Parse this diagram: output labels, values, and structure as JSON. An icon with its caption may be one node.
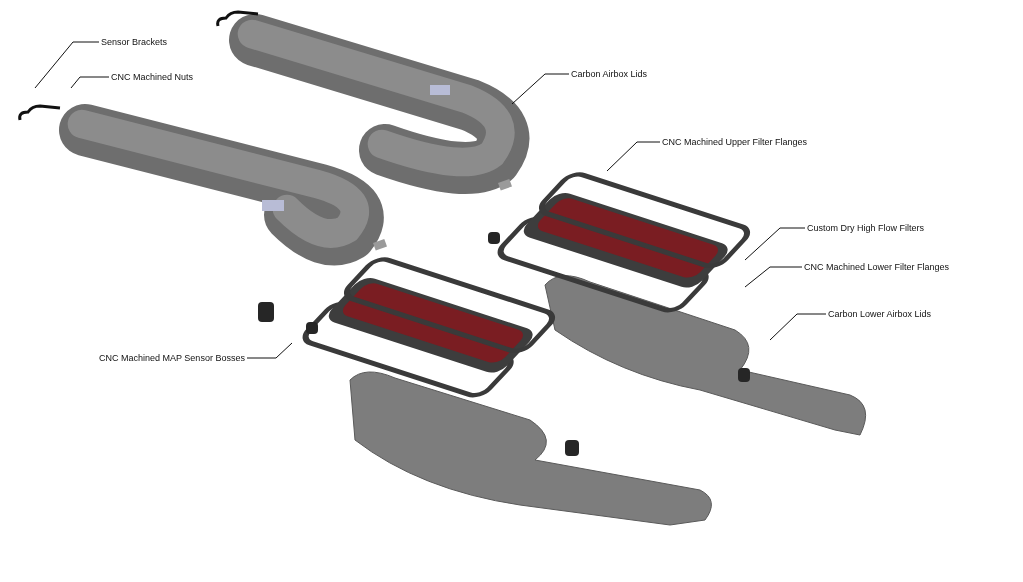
{
  "diagram": {
    "nodes": [
      {
        "text": [
          "Sensor Brackets"
        ]
      },
      {
        "text": [
          "CNC Machined Nuts"
        ]
      },
      {
        "text": [
          "Carbon Airbox Lids"
        ]
      },
      {
        "text": [
          "CNC Machined Upper Filter Flanges"
        ]
      },
      {
        "text": [
          "Custom Dry High Flow Filters"
        ]
      },
      {
        "text": [
          "CNC Machined Lower Filter Flanges"
        ]
      },
      {
        "text": [
          "Carbon Lower Airbox Lids"
        ]
      },
      {
        "text": [
          "CNC Machined MAP Sensor Bosses"
        ]
      }
    ],
    "edges": [
      {
        "from": 0,
        "to": null,
        "arrow": "none"
      },
      {
        "from": 1,
        "to": null,
        "arrow": "none"
      },
      {
        "from": 2,
        "to": null,
        "arrow": "none"
      },
      {
        "from": 3,
        "to": null,
        "arrow": "none"
      },
      {
        "from": 4,
        "to": null,
        "arrow": "none"
      },
      {
        "from": 5,
        "to": null,
        "arrow": "none"
      },
      {
        "from": 6,
        "to": null,
        "arrow": "none"
      },
      {
        "from": 7,
        "to": null,
        "arrow": "none"
      }
    ]
  }
}
